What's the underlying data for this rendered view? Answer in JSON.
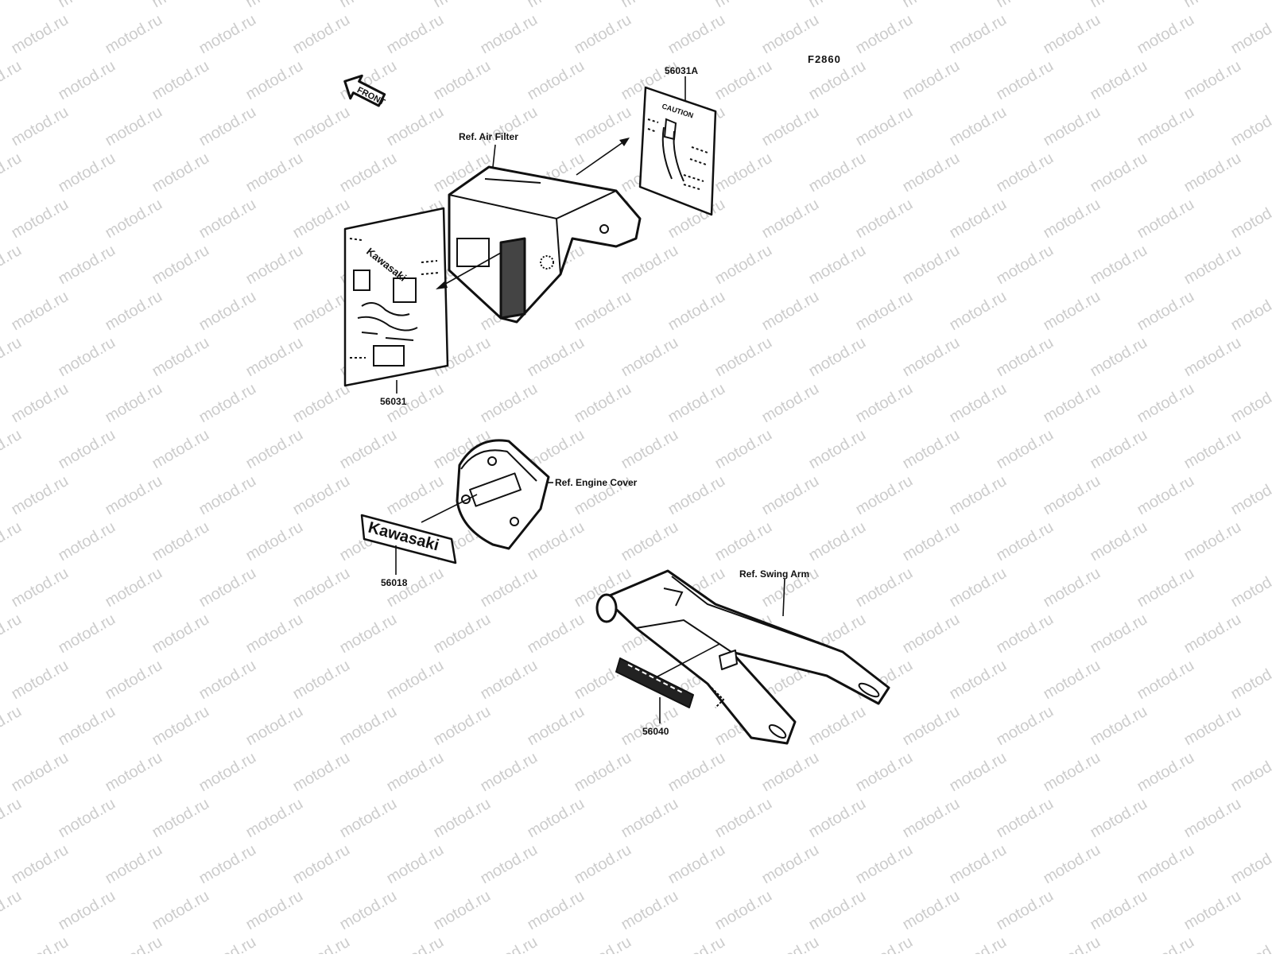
{
  "diagram_code": "F2860",
  "watermark": "motod.ru",
  "front_label": "FRONT",
  "labels": {
    "ref_air_filter": "Ref. Air Filter",
    "ref_engine_cover": "Ref. Engine Cover",
    "ref_swing_arm": "Ref. Swing Arm"
  },
  "decal_texts": {
    "caution": "CAUTION",
    "kawasaki_label": "Kawasaki",
    "kawasaki_emblem": "Kawasaki"
  },
  "parts": [
    {
      "number": "56031A"
    },
    {
      "number": "56031"
    },
    {
      "number": "56018"
    },
    {
      "number": "56040"
    }
  ]
}
